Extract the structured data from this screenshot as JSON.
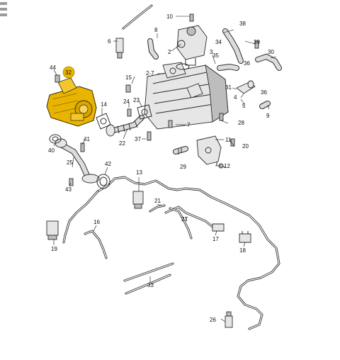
{
  "diagram": {
    "highlighted_part": "32",
    "highlight_color": "#e8b400",
    "callouts": {
      "c1": "1",
      "c2": "2",
      "c2_7": "2-7",
      "c3": "3",
      "c4": "4",
      "c5": "5",
      "c6": "6",
      "c7": "7",
      "c8": "8",
      "c9": "9",
      "c10": "10",
      "c11": "11",
      "c12": "12",
      "c13": "13",
      "c14": "14",
      "c15": "15",
      "c16": "16",
      "c17": "17",
      "c18": "18",
      "c19": "19",
      "c20": "20",
      "c21": "21",
      "c22": "22",
      "c23": "23",
      "c24": "24",
      "c25": "25",
      "c26": "26",
      "c27": "27",
      "c28": "28",
      "c29": "29",
      "c30": "30",
      "c31": "31",
      "c32": "32",
      "c33": "33",
      "c34": "34",
      "c35": "35",
      "c36a": "36",
      "c36b": "36",
      "c37": "37",
      "c38": "38",
      "c39": "39",
      "c40": "40",
      "c41": "41",
      "c42": "42",
      "c43": "43",
      "c44": "44"
    }
  }
}
